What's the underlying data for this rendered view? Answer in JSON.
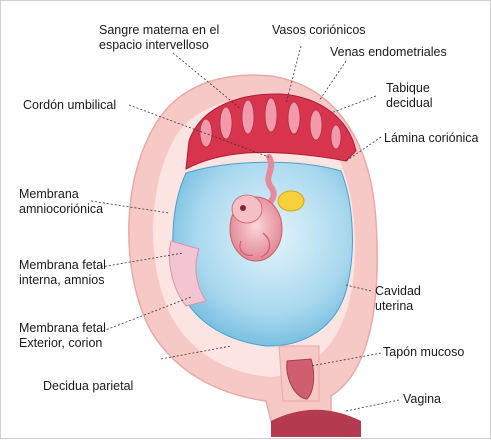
{
  "labels": {
    "sangre_materna": "Sangre materna en el\nespacio intervelloso",
    "vasos_corionicos": "Vasos coriónicos",
    "venas_endometriales": "Venas endometriales",
    "tabique_decidual": "Tabique\ndecidual",
    "cordon_umbilical": "Cordón umbilical",
    "lamina_corionica": "Lámina coriónica",
    "membrana_amniocorionica": "Membrana\namniocoriónica",
    "membrana_fetal_interna": "Membrana fetal\ninterna, amnios",
    "cavidad_uterina": "Cavidad\nuterina",
    "membrana_fetal_exterior": "Membrana fetal\nExterior, corion",
    "tapon_mucoso": "Tapón mucoso",
    "decidua_parietal": "Decidua parietal",
    "vagina": "Vagina"
  },
  "colors": {
    "uterine_wall": "#f6c9c7",
    "decidua": "#fbe4e2",
    "placenta": "#d8344e",
    "amniotic_fluid": "#a9d8ee",
    "fetus": "#f1a7b0",
    "yolk_sac": "#f7d13c"
  }
}
